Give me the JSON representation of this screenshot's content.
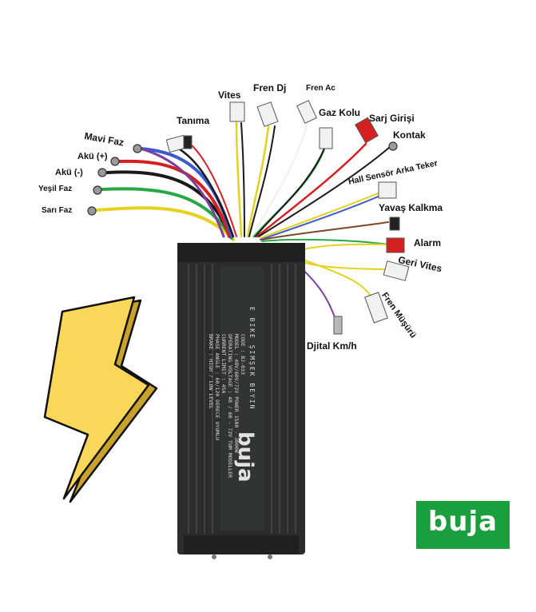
{
  "labels": {
    "vites": "Vites",
    "fren_dj": "Fren Dj",
    "fren_ac": "Fren Ac",
    "gaz_kolu": "Gaz Kolu",
    "sarj_girisi": "Sarj Girişi",
    "kontak": "Kontak",
    "tanima": "Tanıma",
    "mavi_faz": "Mavi Faz",
    "aku_arti": "Akü (+)",
    "aku_eksi": "Akü (-)",
    "yesil_faz": "Yeşil Faz",
    "sari_faz": "Sarı Faz",
    "hall_sensor": "Hall Sensör Arka Teker",
    "yavas_kalkma": "Yavaş Kalkma",
    "alarm": "Alarm",
    "geri_vites": "Geri Vites",
    "fren_musiru": "Fren Müşürü",
    "dijital_kmh": "Djital Km/h"
  },
  "controller": {
    "header": "E BIKE ŞIMŞEK BEYIN",
    "lines": [
      "CODE : BJ-033",
      "MODEL : 48V/60V/72V POWER 1500 - 3000W",
      "OPERATING VOLTAGE : 48 / 60 - 72V TUM MODELLER",
      "CURRENT LIMIT : 45A",
      "PHASE ANGLE : 60/120 DERECE UYUMLU",
      "BRAKE : HIGH / LOW LEVEL"
    ],
    "brand": "buja"
  },
  "logo": {
    "text": "buja"
  },
  "colors": {
    "logo_green": "#1a9f3e",
    "bolt_yellow": "#f9d75a",
    "controller_body": "#2b2d2d",
    "wire_red": "#d42020",
    "wire_blue": "#3a5bd0",
    "wire_green": "#27a844",
    "wire_yellow": "#e6d21c",
    "wire_black": "#1a1a1a",
    "wire_purple": "#7a3fa0",
    "wire_white": "#f2f2f2",
    "wire_brown": "#7a4a26"
  }
}
